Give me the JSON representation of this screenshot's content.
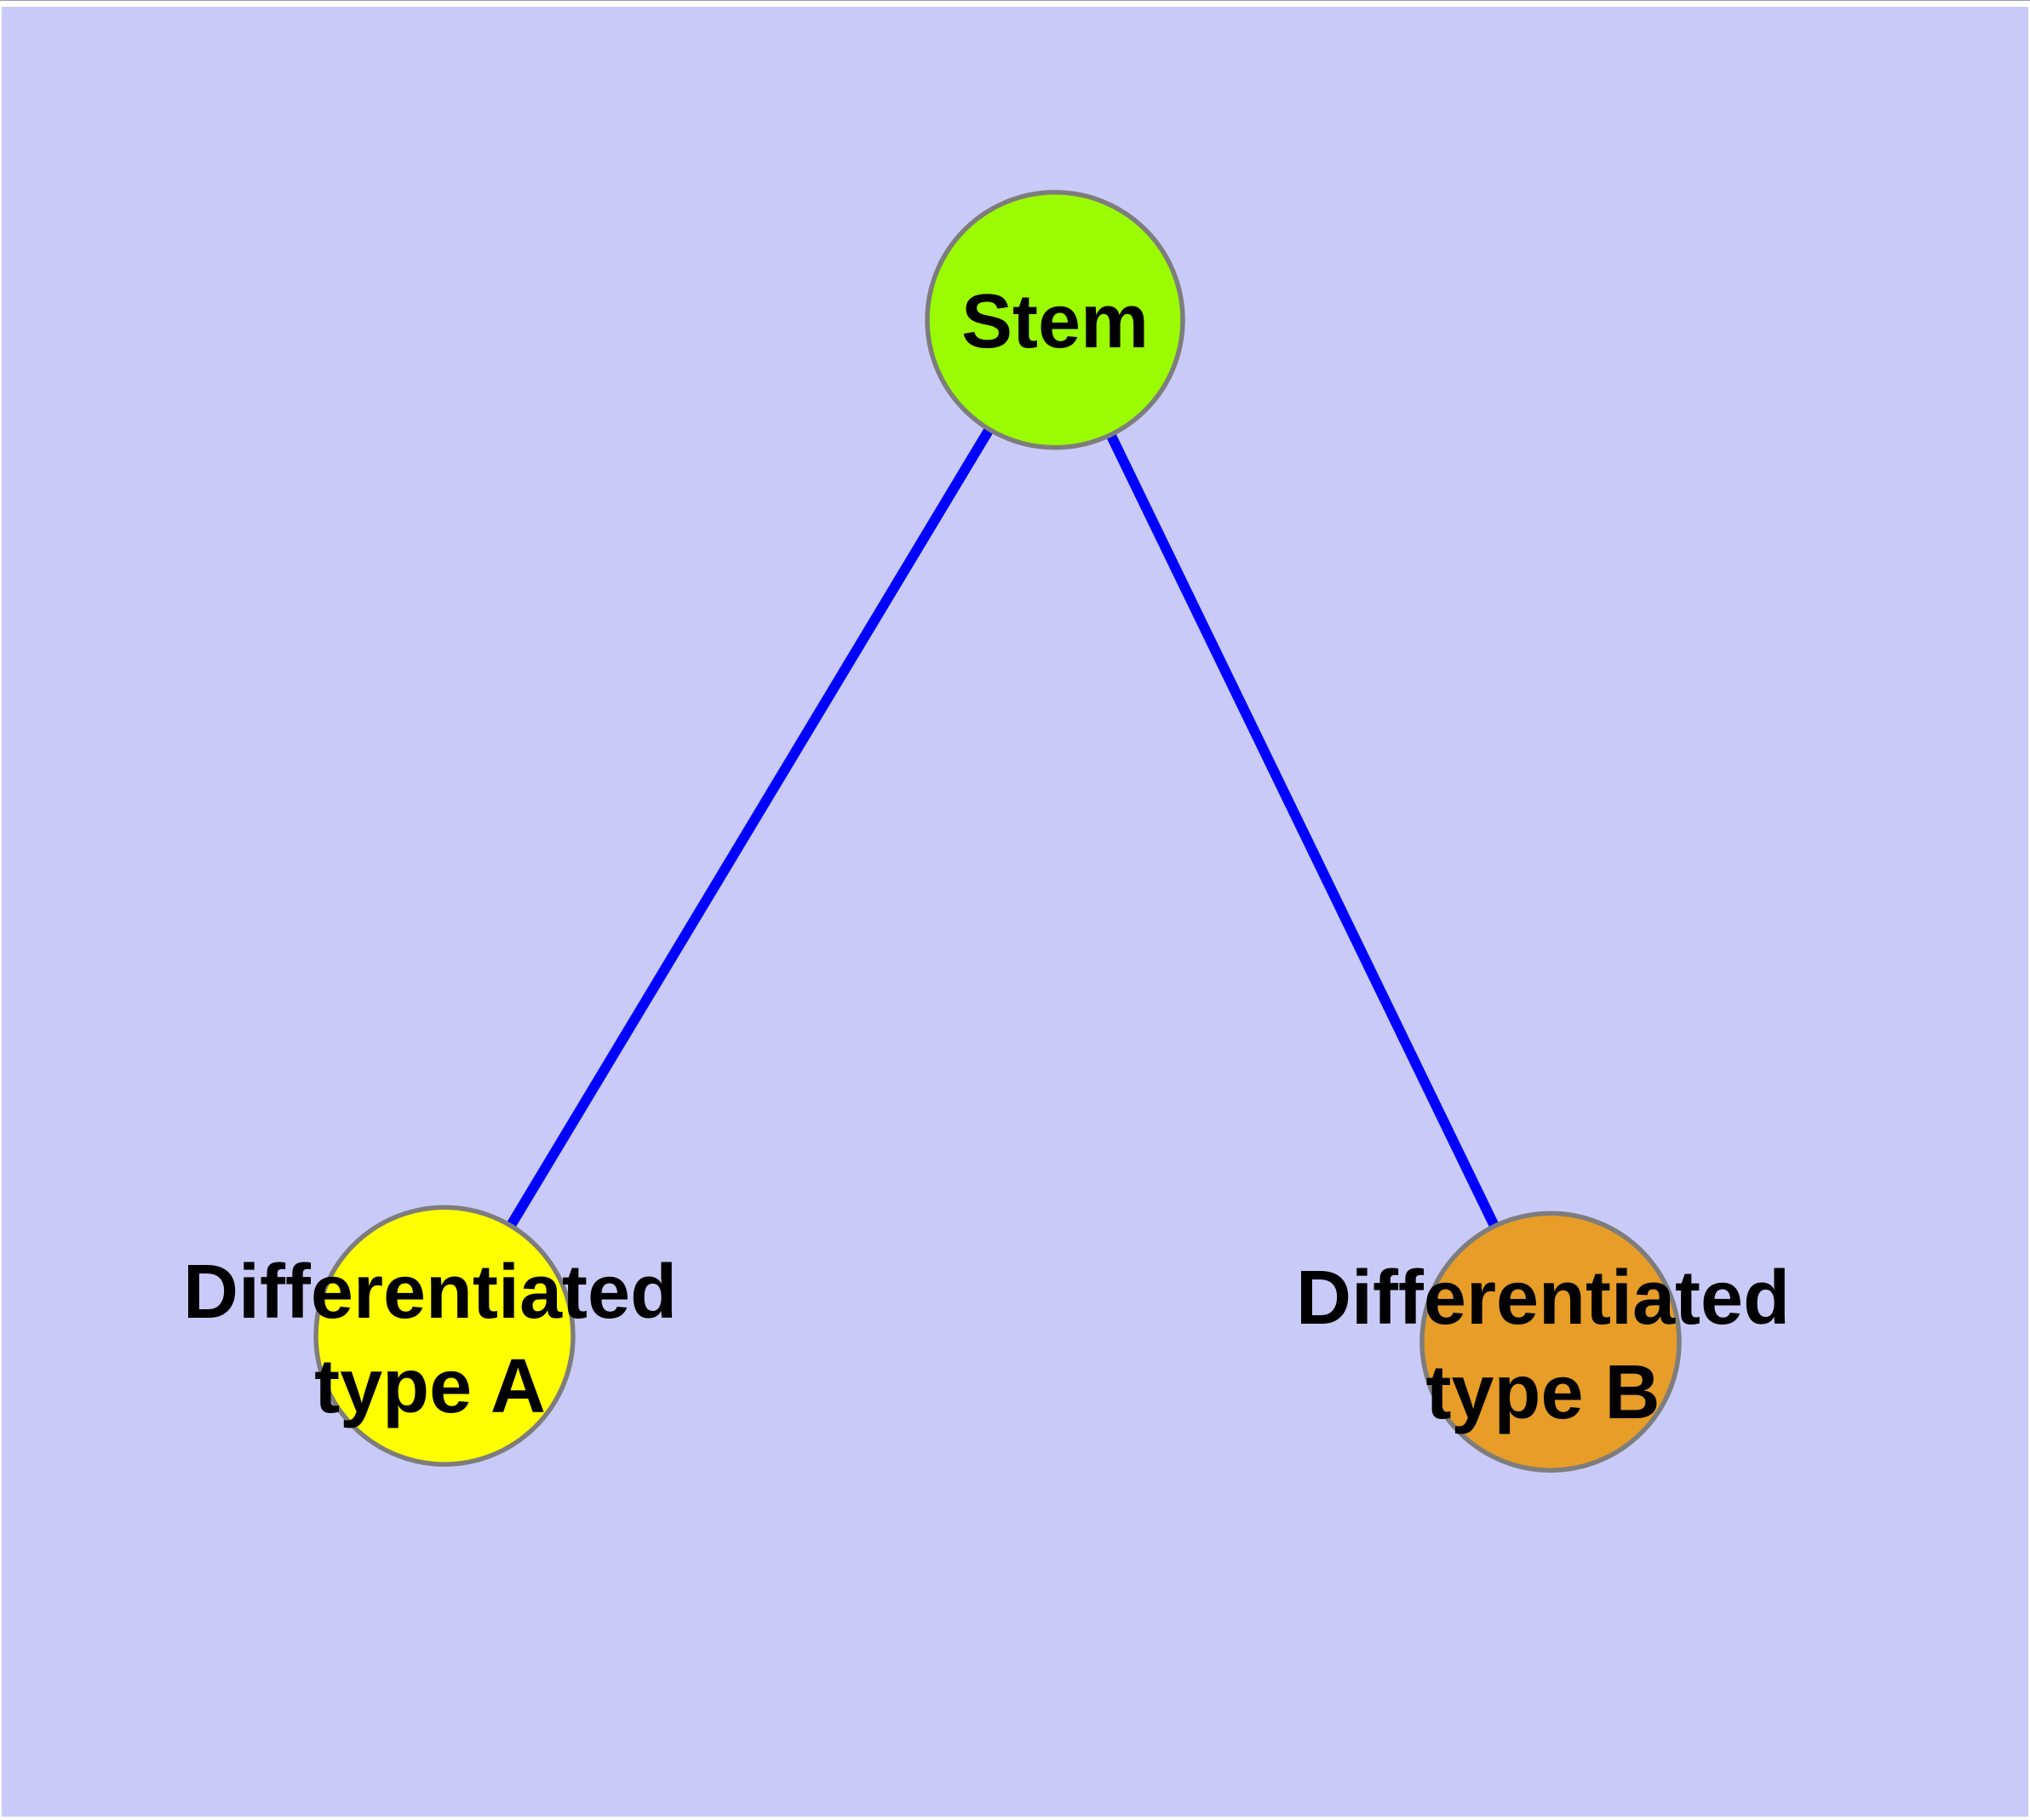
{
  "diagram": {
    "background_color": "#cacaf8",
    "node_border_color": "#7d7d7d",
    "label_color": "#000000"
  },
  "nodes": {
    "stem": {
      "label": "Stem",
      "color": "#9afb02"
    },
    "type_a": {
      "label": "Differentiated\ntype A",
      "color": "#ffff00"
    },
    "type_b": {
      "label": "Differentiated\ntype B",
      "color": "#e79d28"
    }
  },
  "edges": {
    "color": "#0000fe",
    "items": [
      {
        "from": "Stem",
        "to": "Differentiated type A"
      },
      {
        "from": "Stem",
        "to": "Differentiated type B"
      }
    ]
  }
}
